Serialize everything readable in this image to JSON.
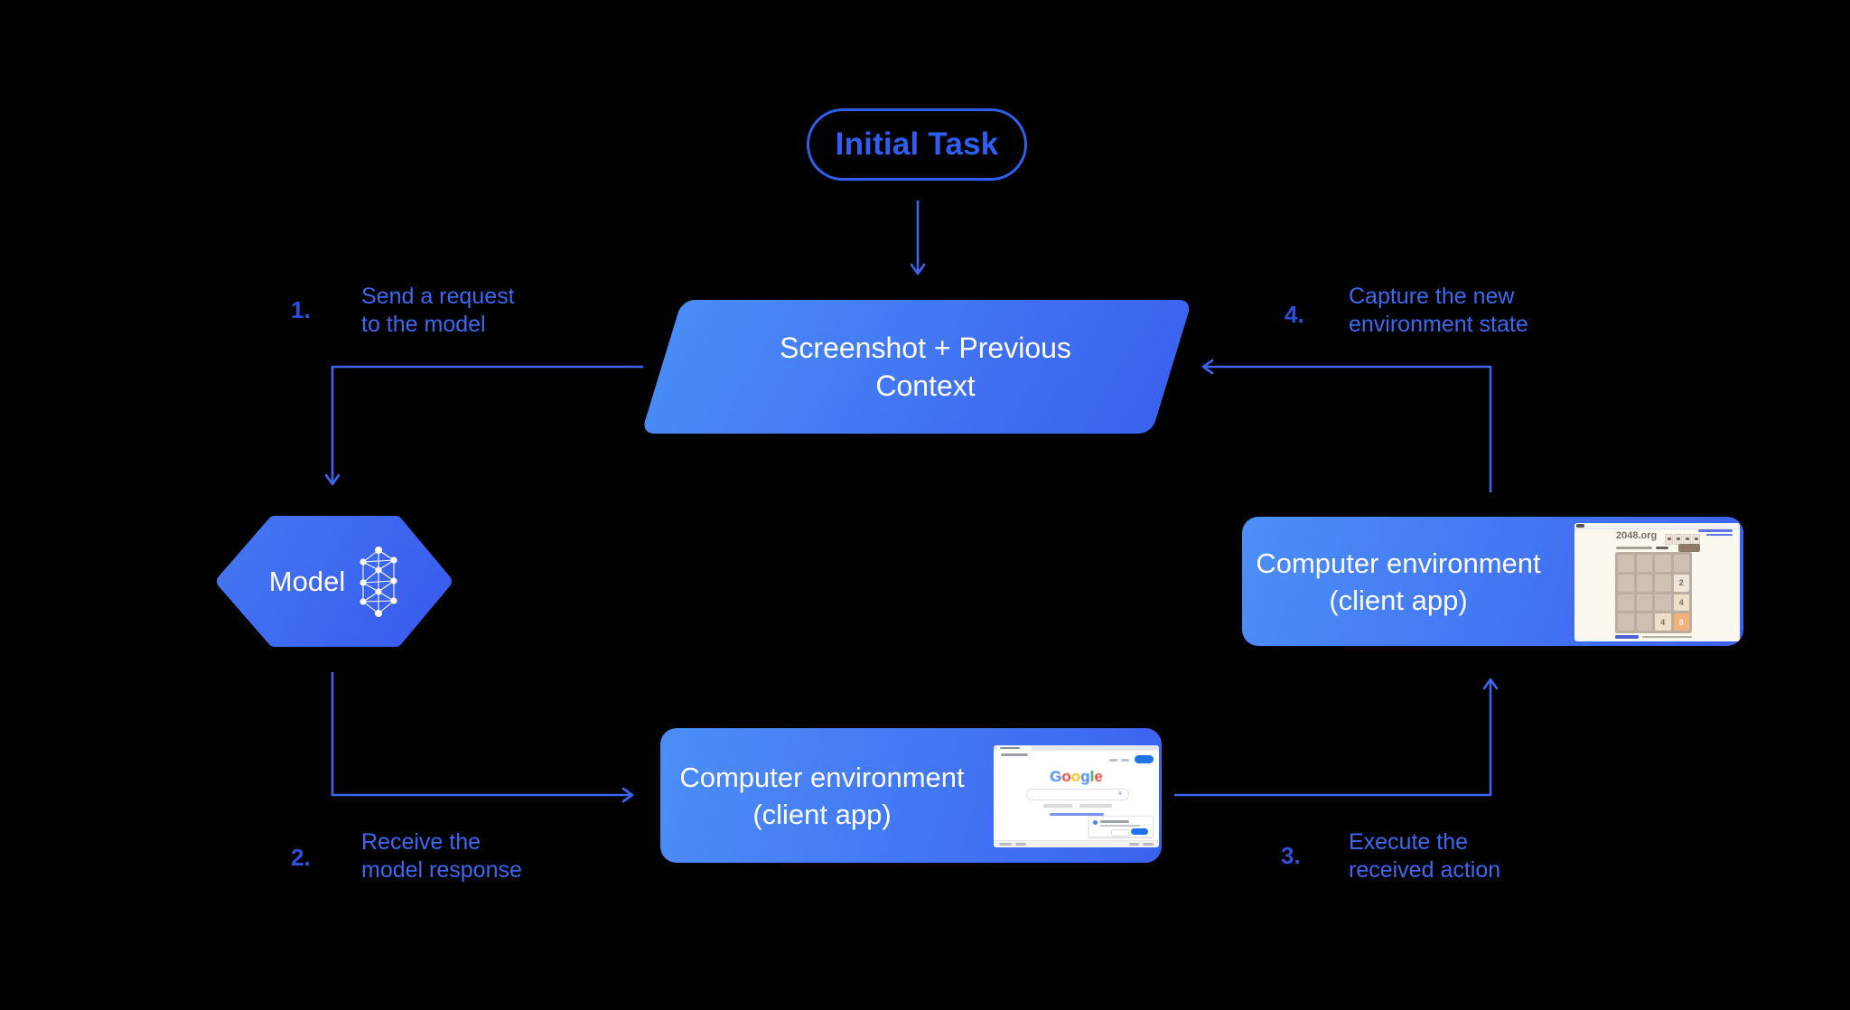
{
  "colors": {
    "background": "#000000",
    "arrow_blue": "#3C64EE",
    "label_blue": "#3D68F2",
    "number_blue": "#2E50DC",
    "pill_blue": "#2E5FF2",
    "shape_gradient_start": "#4A8CF7",
    "shape_gradient_end": "#3A61EE",
    "shape_text": "#FFFFFF"
  },
  "title_pill": {
    "label": "Initial Task"
  },
  "parallelogram": {
    "line1": "Screenshot + Previous",
    "line2": "Context"
  },
  "model": {
    "label": "Model"
  },
  "env_bottom": {
    "line1": "Computer environment",
    "line2": "(client app)"
  },
  "env_right": {
    "line1": "Computer environment",
    "line2": "(client app)"
  },
  "steps": [
    {
      "num": "1.",
      "line1": "Send a request",
      "line2": "to the model"
    },
    {
      "num": "2.",
      "line1": "Receive the",
      "line2": "model response"
    },
    {
      "num": "3.",
      "line1": "Execute the",
      "line2": "received action"
    },
    {
      "num": "4.",
      "line1": "Capture the new",
      "line2": "environment state"
    }
  ],
  "thumb_google": {
    "logo": "Google"
  },
  "thumb_2048": {
    "site": "2048.org",
    "tiles": [
      {
        "value": "2"
      },
      {
        "value": "4"
      },
      {
        "value": "4"
      },
      {
        "value": "8"
      }
    ]
  }
}
